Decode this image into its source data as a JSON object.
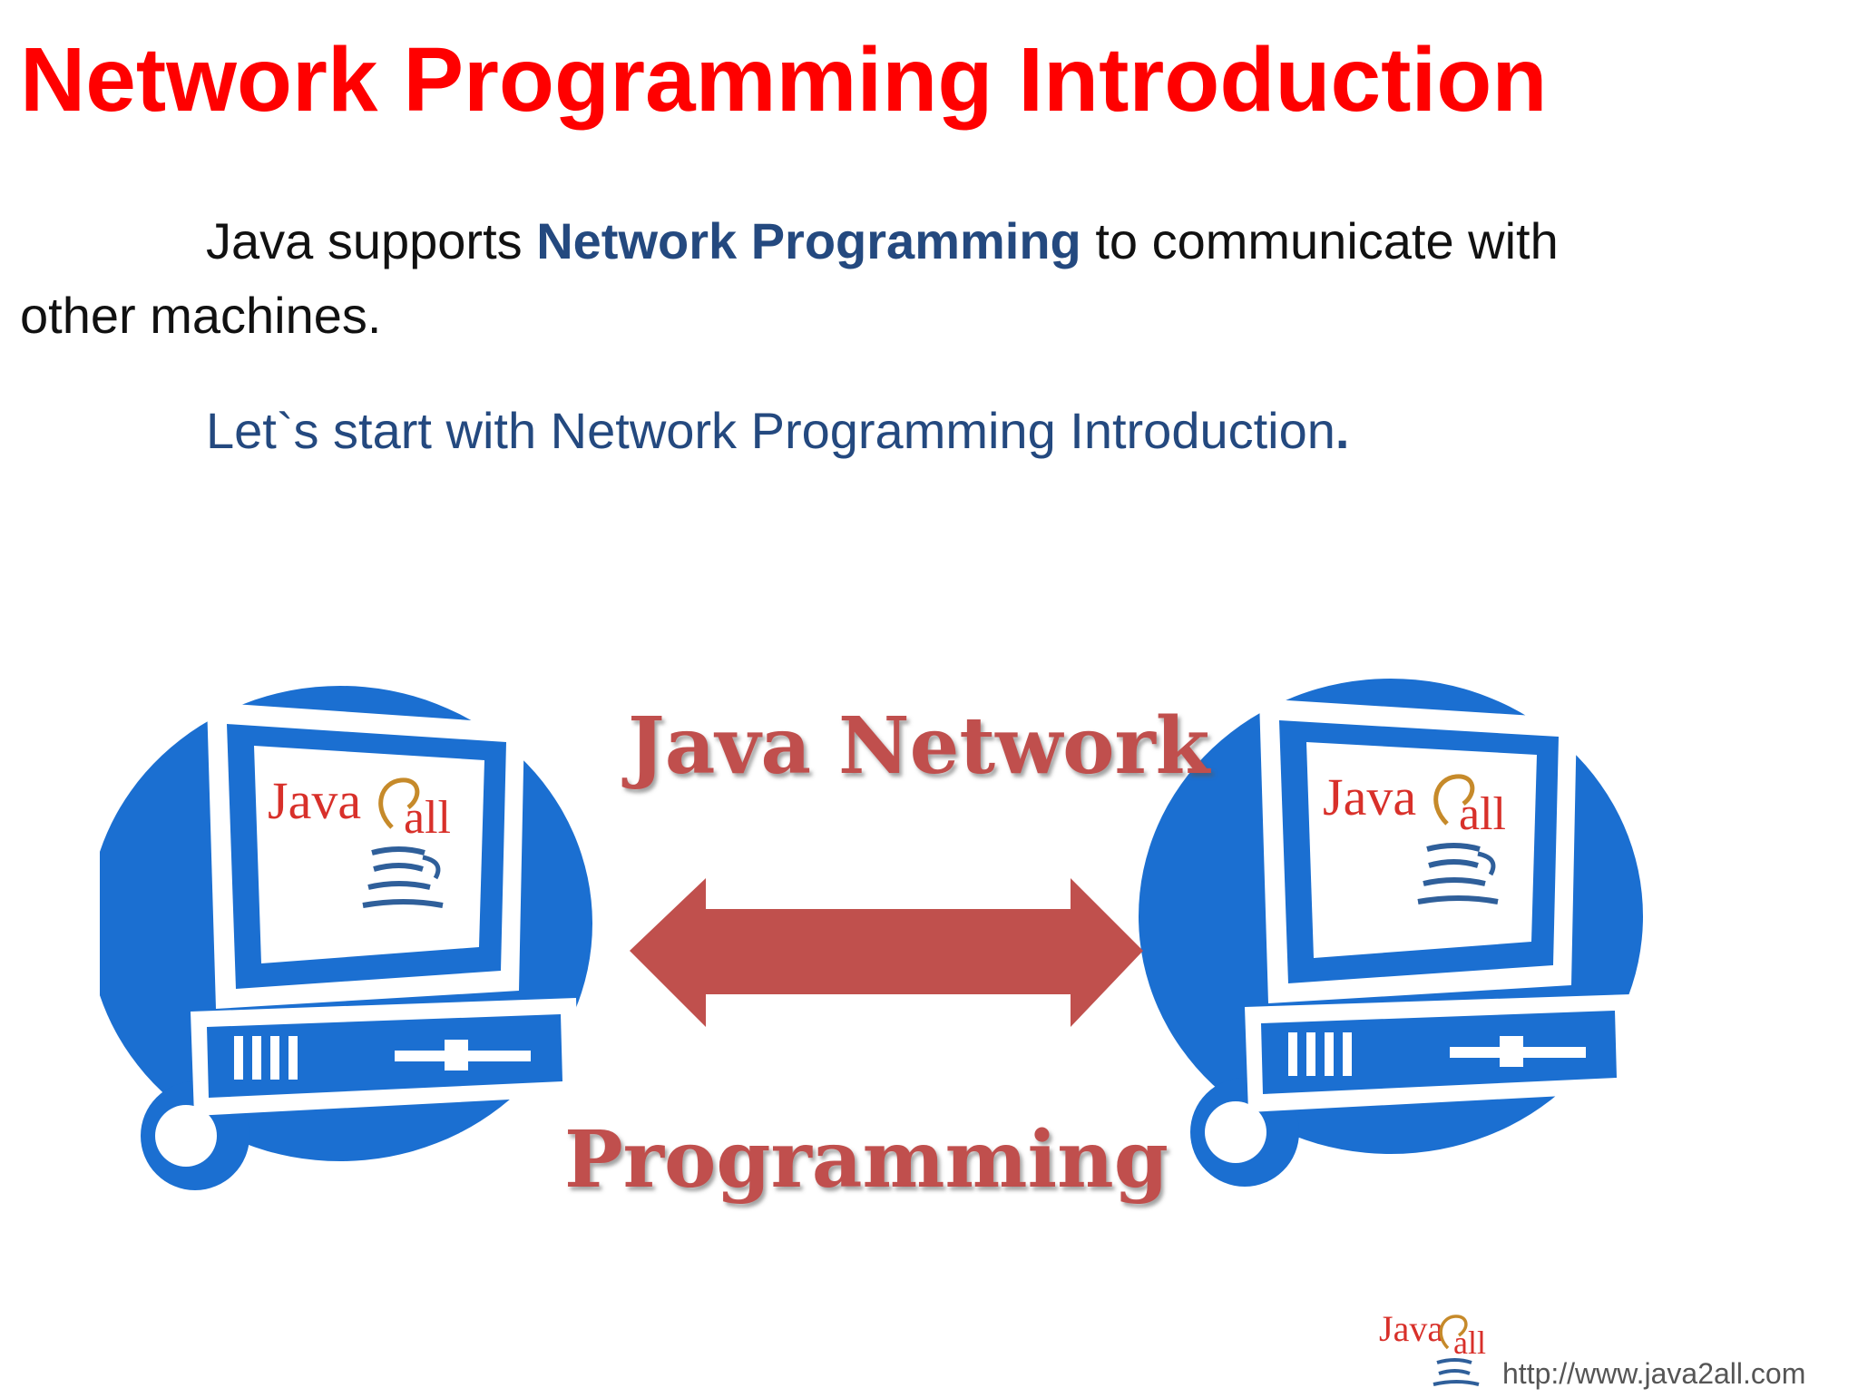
{
  "slide": {
    "title": "Network Programming Introduction",
    "para1": {
      "part1": "Java supports ",
      "highlight": "Network Programming",
      "part2": " to communicate with other machines."
    },
    "para2": {
      "text": "Let`s start with Network Programming Introduction",
      "end": "."
    }
  },
  "illustration": {
    "heading_top": "Java Network",
    "heading_bottom": "Programming",
    "logo_left": "Java",
    "logo_right": "all",
    "colors": {
      "computer_blue": "#1b6fd1",
      "arrow_red": "#c0504d",
      "logo_red": "#d8302a"
    }
  },
  "footer": {
    "logo_left": "Java",
    "logo_right": "all",
    "url": "http://www.java2all.com"
  },
  "colors": {
    "title": "#ff0000",
    "highlight": "#24497f",
    "body_text": "#111111"
  }
}
